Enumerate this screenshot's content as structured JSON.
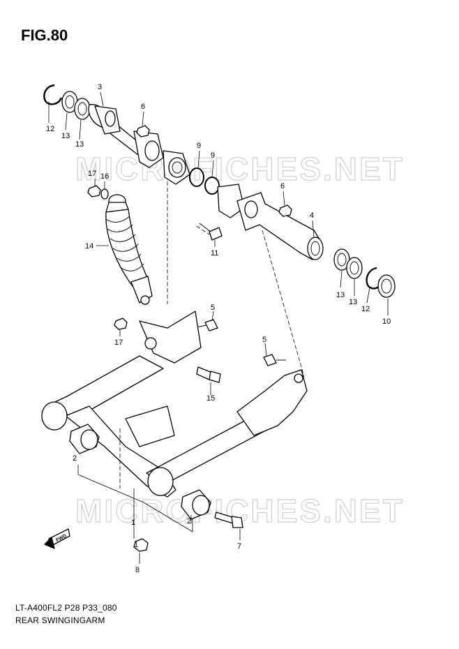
{
  "figure_title": "FIG.80",
  "footer": {
    "code": "LT-A400FL2 P28 P33_080",
    "name": "REAR SWINGINGARM"
  },
  "watermark": "MICROFICHES.NET",
  "fwd_label": "FWD",
  "callouts": [
    "12",
    "13",
    "13",
    "3",
    "6",
    "9",
    "9",
    "17",
    "16",
    "6",
    "4",
    "11",
    "14",
    "13",
    "13",
    "12",
    "10",
    "5",
    "17",
    "5",
    "15",
    "2",
    "1",
    "1",
    "2",
    "7",
    "8"
  ]
}
